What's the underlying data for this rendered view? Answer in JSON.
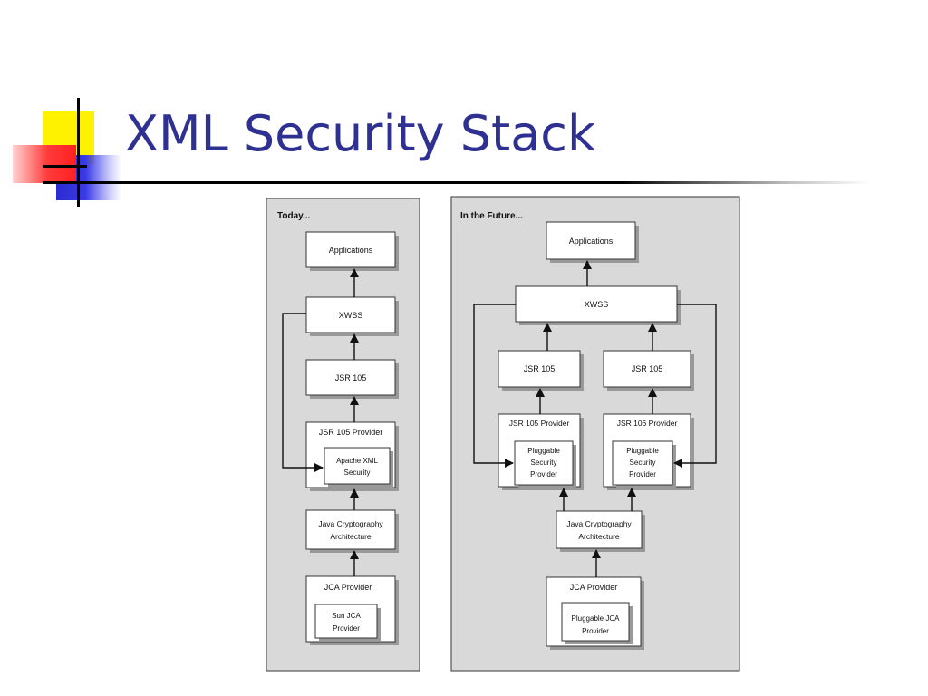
{
  "slide": {
    "title": "XML Security Stack"
  },
  "diagram": {
    "today": {
      "title": "Today...",
      "applications": "Applications",
      "xwss": "XWSS",
      "jsr105": "JSR 105",
      "jsr105_provider": "JSR 105 Provider",
      "apache_line1": "Apache XML",
      "apache_line2": "Security",
      "jca_line1": "Java Cryptography",
      "jca_line2": "Architecture",
      "jca_provider": "JCA Provider",
      "sun_line1": "Sun JCA",
      "sun_line2": "Provider"
    },
    "future": {
      "title": "In the Future...",
      "applications": "Applications",
      "xwss": "XWSS",
      "jsr105_left": "JSR 105",
      "jsr105_right": "JSR 105",
      "provider_left": "JSR 105 Provider",
      "provider_right": "JSR 106 Provider",
      "pluggable_line1": "Pluggable",
      "pluggable_line2": "Security",
      "pluggable_line3": "Provider",
      "jca_line1": "Java Cryptography",
      "jca_line2": "Architecture",
      "jca_provider": "JCA Provider",
      "pjca_line1": "Pluggable JCA",
      "pjca_line2": "Provider"
    }
  }
}
